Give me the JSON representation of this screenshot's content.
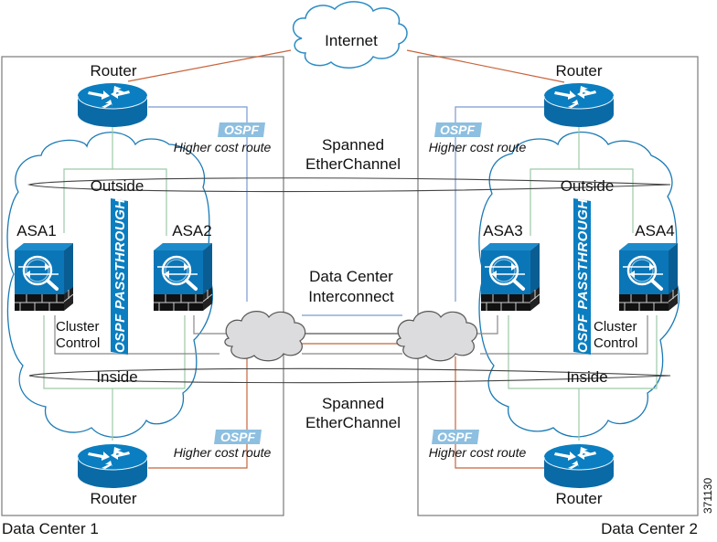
{
  "diagram": {
    "internet_label": "Internet",
    "data_centers": [
      {
        "name": "Data Center 1"
      },
      {
        "name": "Data Center 2"
      }
    ],
    "routers": [
      {
        "label": "Router",
        "position": "dc1-top"
      },
      {
        "label": "Router",
        "position": "dc1-bottom"
      },
      {
        "label": "Router",
        "position": "dc2-top"
      },
      {
        "label": "Router",
        "position": "dc2-bottom"
      }
    ],
    "asas": [
      {
        "label": "ASA1"
      },
      {
        "label": "ASA2"
      },
      {
        "label": "ASA3"
      },
      {
        "label": "ASA4"
      }
    ],
    "ospf_tag": "OSPF",
    "higher_cost_route": "Higher cost route",
    "ospf_passthrough": "OSPF PASSTHROUGH",
    "cluster_control": [
      "Cluster",
      "Control"
    ],
    "outside_label": "Outside",
    "inside_label": "Inside",
    "spanned_etherchannel": [
      "Spanned",
      "EtherChannel"
    ],
    "dci_label": [
      "Data Center",
      "Interconnect"
    ],
    "figure_id": "371130",
    "colors": {
      "device_blue": "#0a76b7",
      "ospf_tag_bg": "#8dbfe0",
      "internet_route": "#c8643c",
      "ospf_route": "#7a9ad0",
      "cluster_cloud": "#1a7ab5",
      "segment_green": "#9cc9a6",
      "dci_cloud_fill": "#dcdcde",
      "box_border": "#7a7a7a"
    }
  }
}
